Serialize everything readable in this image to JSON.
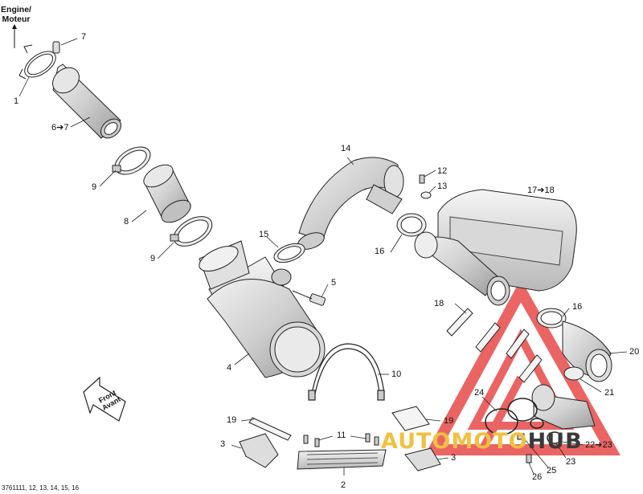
{
  "header": {
    "line1": "Engine/",
    "line2": "Moteur"
  },
  "front_arrow": {
    "line1": "Front",
    "line2": "Avant"
  },
  "reference": "3761111, 12, 13, 14, 15, 16",
  "watermark": {
    "part1": "AUTOMOTO",
    "part2": "HUB",
    "color_red": "#e84040",
    "color_gold": "#f0c040",
    "color_dark": "#3a3a3a"
  },
  "callouts": [
    {
      "id": "c1",
      "text": "1"
    },
    {
      "id": "c7",
      "text": "7"
    },
    {
      "id": "c67",
      "text": "6➔7"
    },
    {
      "id": "c9a",
      "text": "9"
    },
    {
      "id": "c8",
      "text": "8"
    },
    {
      "id": "c9b",
      "text": "9"
    },
    {
      "id": "c14",
      "text": "14"
    },
    {
      "id": "c12",
      "text": "12"
    },
    {
      "id": "c13",
      "text": "13"
    },
    {
      "id": "c1718",
      "text": "17➔18"
    },
    {
      "id": "c15",
      "text": "15"
    },
    {
      "id": "c16a",
      "text": "16"
    },
    {
      "id": "c5",
      "text": "5"
    },
    {
      "id": "c4",
      "text": "4"
    },
    {
      "id": "c10",
      "text": "10"
    },
    {
      "id": "c18",
      "text": "18"
    },
    {
      "id": "c16b",
      "text": "16"
    },
    {
      "id": "c20",
      "text": "20"
    },
    {
      "id": "c21",
      "text": "21"
    },
    {
      "id": "c24",
      "text": "24"
    },
    {
      "id": "c19a",
      "text": "19"
    },
    {
      "id": "c19b",
      "text": "19"
    },
    {
      "id": "c3a",
      "text": "3"
    },
    {
      "id": "c11",
      "text": "11"
    },
    {
      "id": "c3b",
      "text": "3"
    },
    {
      "id": "c2",
      "text": "2"
    },
    {
      "id": "c2223",
      "text": "22➔23"
    },
    {
      "id": "c23",
      "text": "23"
    },
    {
      "id": "c25",
      "text": "25"
    },
    {
      "id": "c26",
      "text": "26"
    }
  ]
}
